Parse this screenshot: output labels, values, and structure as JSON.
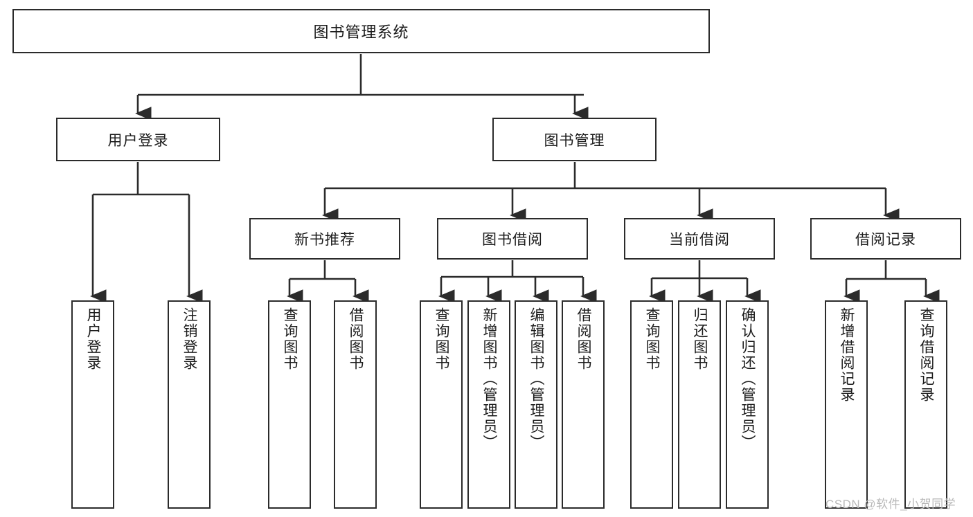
{
  "diagram": {
    "title": "图书管理系统",
    "type": "tree",
    "watermark": "CSDN @软件_小贺同学",
    "colors": {
      "stroke": "#2b2b2b",
      "fill": "#ffffff",
      "watermark": "#b9b9b9"
    },
    "nodes": {
      "root": {
        "label": "图书管理系统"
      },
      "level2": [
        {
          "label": "用户登录"
        },
        {
          "label": "图书管理"
        }
      ],
      "level3": [
        {
          "label": "新书推荐"
        },
        {
          "label": "图书借阅"
        },
        {
          "label": "当前借阅"
        },
        {
          "label": "借阅记录"
        }
      ],
      "leaves_user_login": [
        {
          "label": "用户登录"
        },
        {
          "label": "注销登录"
        }
      ],
      "leaves_new_books": [
        {
          "label": "查询图书"
        },
        {
          "label": "借阅图书"
        }
      ],
      "leaves_borrow_books": [
        {
          "label": "查询图书"
        },
        {
          "label": "新增图书（管理员）"
        },
        {
          "label": "编辑图书（管理员）"
        },
        {
          "label": "借阅图书"
        }
      ],
      "leaves_current_borrow": [
        {
          "label": "查询图书"
        },
        {
          "label": "归还图书"
        },
        {
          "label": "确认归还（管理员）"
        }
      ],
      "leaves_borrow_records": [
        {
          "label": "新增借阅记录"
        },
        {
          "label": "查询借阅记录"
        }
      ]
    }
  }
}
